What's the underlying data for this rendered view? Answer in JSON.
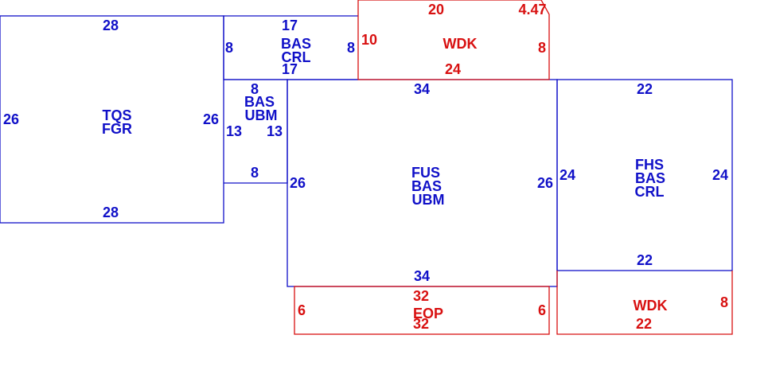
{
  "colors": {
    "structure": "#1010c8",
    "exterior": "#d81010"
  },
  "areas": {
    "tqs_fgr": {
      "label_line1": "TQS",
      "label_line2": "FGR",
      "dim_top": "28",
      "dim_bottom": "28",
      "dim_left": "26",
      "dim_right": "26"
    },
    "bas_crl": {
      "label_line1": "BAS",
      "label_line2": "CRL",
      "dim_top": "17",
      "dim_bottom": "17",
      "dim_left": "8",
      "dim_right": "8"
    },
    "wdk_top": {
      "label": "WDK",
      "dim_top": "20",
      "dim_corner": "4.47",
      "dim_left": "10",
      "dim_right": "8",
      "dim_bottom": "24"
    },
    "bas_ubm": {
      "label_line1": "BAS",
      "label_line2": "UBM",
      "dim_top": "8",
      "dim_bottom": "8",
      "dim_left": "13",
      "dim_right": "13"
    },
    "fus_bas_ubm": {
      "label_line1": "FUS",
      "label_line2": "BAS",
      "label_line3": "UBM",
      "dim_top": "34",
      "dim_bottom": "34",
      "dim_left": "26",
      "dim_right": "26"
    },
    "fhs_bas_crl": {
      "label_line1": "FHS",
      "label_line2": "BAS",
      "label_line3": "CRL",
      "dim_top": "22",
      "dim_bottom": "22",
      "dim_left": "24",
      "dim_right": "24"
    },
    "eop": {
      "label": "EOP",
      "dim_top": "32",
      "dim_bottom": "32",
      "dim_left": "6",
      "dim_right": "6"
    },
    "wdk_bottom": {
      "label": "WDK",
      "dim_right": "8",
      "dim_bottom": "22"
    }
  }
}
